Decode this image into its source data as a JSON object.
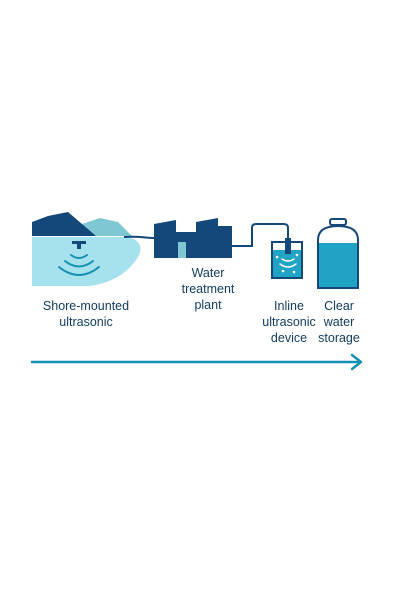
{
  "diagram": {
    "stages": [
      {
        "label": "Shore-mounted\nultrasonic",
        "icon": "lake-with-ultrasonic-emitter"
      },
      {
        "label": "Water\ntreatment\nplant",
        "icon": "treatment-plant-building"
      },
      {
        "label": "Inline\nultrasonic\ndevice",
        "icon": "inline-ultrasonic-tank"
      },
      {
        "label": "Clear\nwater\nstorage",
        "icon": "storage-tank"
      }
    ],
    "flow_arrow": "right-arrow",
    "colors": {
      "navy": "#14487a",
      "teal": "#1790b3",
      "water": "#a6e1ee",
      "light_water": "#b9e8f2",
      "mountain": "#7fc7d2",
      "tank_fill": "#21a3c6"
    }
  }
}
